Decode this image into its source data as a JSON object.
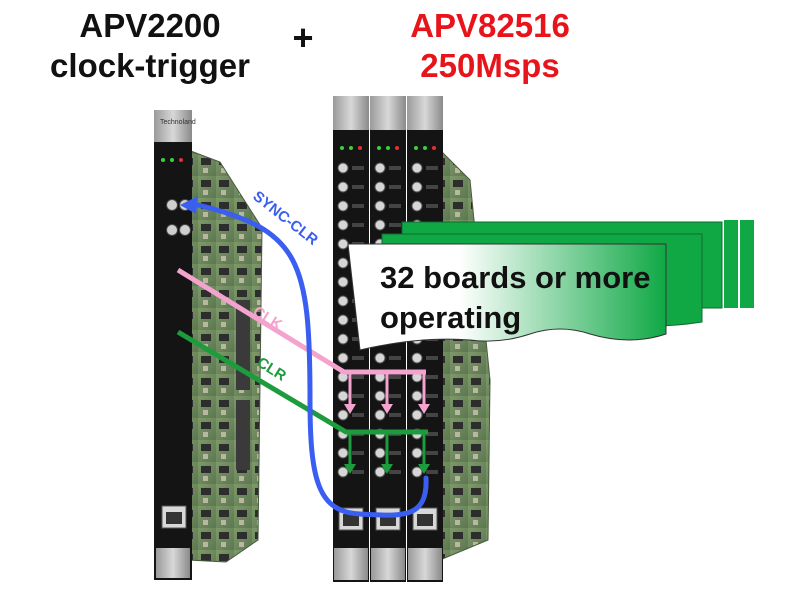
{
  "titles": {
    "left_line1": "APV2200",
    "left_line2": "clock-trigger",
    "plus": "+",
    "right_line1": "APV82516",
    "right_line2": "250Msps"
  },
  "signals": {
    "sync_clr": "SYNC-CLR",
    "clk": "CLK",
    "clr": "CLR"
  },
  "callout": {
    "line1": "32 boards or more",
    "line2": "operating"
  },
  "colors": {
    "sync_clr": "#3a5ef0",
    "clk": "#f4a3cf",
    "clr": "#1c9c3c",
    "callout_green": "#0fa845",
    "title_red": "#e8141b"
  }
}
